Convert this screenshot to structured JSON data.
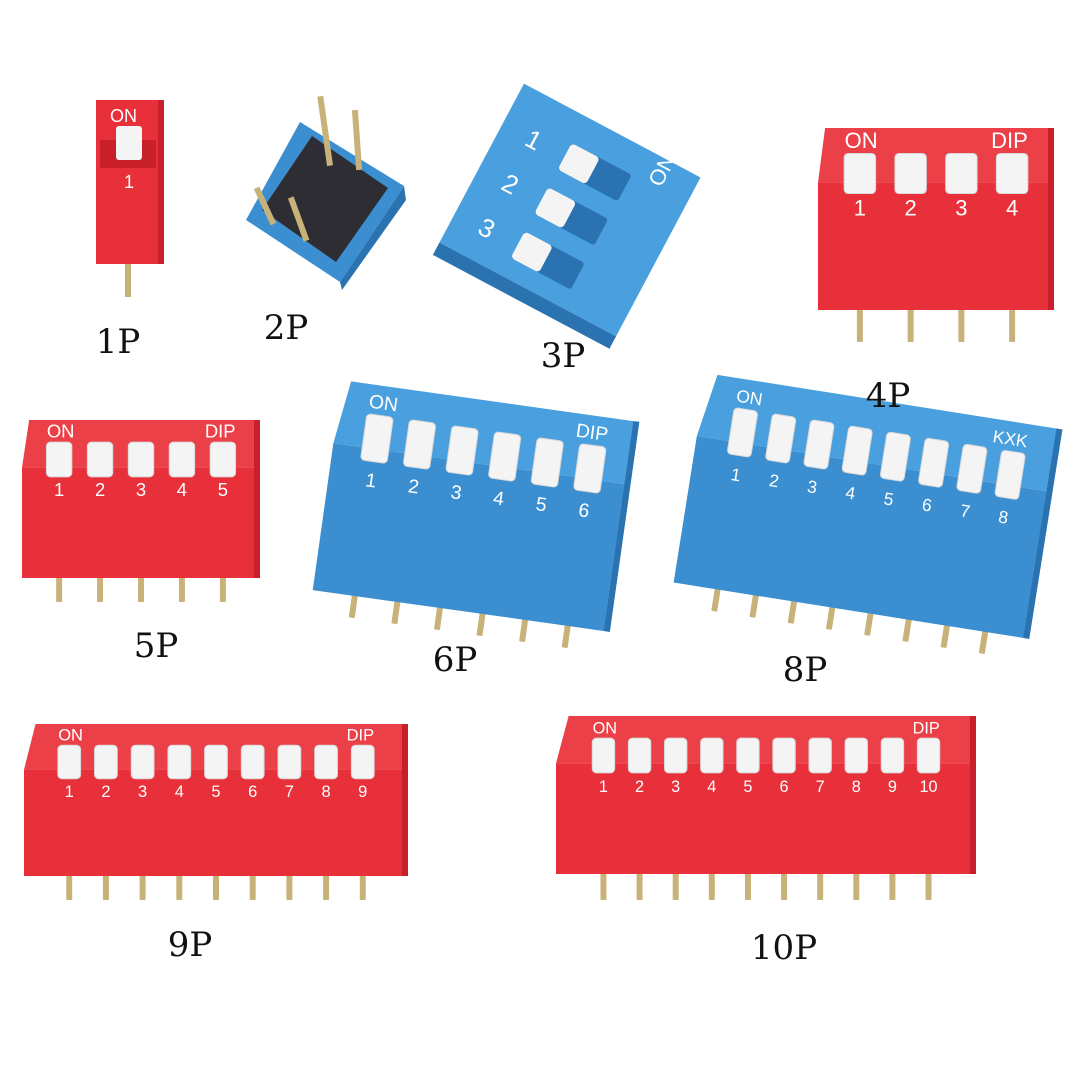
{
  "colors": {
    "red_body": "#e8303a",
    "red_top": "#ec4049",
    "red_side": "#c8202a",
    "blue_body": "#3b8fd0",
    "blue_top": "#4aa0df",
    "blue_side": "#2a72b0",
    "slider": "#f4f4f4",
    "pin": "#c8b27a",
    "print": "#ffffff"
  },
  "switches": [
    {
      "caption": "1P",
      "positions": 1,
      "on_label": "ON",
      "brand": "",
      "color": "red",
      "numbers": [
        "1"
      ]
    },
    {
      "caption": "2P",
      "positions": 2,
      "on_label": "",
      "brand": "",
      "color": "blue",
      "numbers": []
    },
    {
      "caption": "3P",
      "positions": 3,
      "on_label": "ON",
      "brand": "",
      "color": "blue",
      "numbers": [
        "1",
        "2",
        "3"
      ]
    },
    {
      "caption": "4P",
      "positions": 4,
      "on_label": "ON",
      "brand": "DIP",
      "color": "red",
      "numbers": [
        "1",
        "2",
        "3",
        "4"
      ]
    },
    {
      "caption": "5P",
      "positions": 5,
      "on_label": "ON",
      "brand": "DIP",
      "color": "red",
      "numbers": [
        "1",
        "2",
        "3",
        "4",
        "5"
      ]
    },
    {
      "caption": "6P",
      "positions": 6,
      "on_label": "ON",
      "brand": "DIP",
      "color": "blue",
      "numbers": [
        "1",
        "2",
        "3",
        "4",
        "5",
        "6"
      ]
    },
    {
      "caption": "8P",
      "positions": 8,
      "on_label": "ON",
      "brand": "KXK",
      "color": "blue",
      "numbers": [
        "1",
        "2",
        "3",
        "4",
        "5",
        "6",
        "7",
        "8"
      ]
    },
    {
      "caption": "9P",
      "positions": 9,
      "on_label": "ON",
      "brand": "DIP",
      "color": "red",
      "numbers": [
        "1",
        "2",
        "3",
        "4",
        "5",
        "6",
        "7",
        "8",
        "9"
      ]
    },
    {
      "caption": "10P",
      "positions": 10,
      "on_label": "ON",
      "brand": "DIP",
      "color": "red",
      "numbers": [
        "1",
        "2",
        "3",
        "4",
        "5",
        "6",
        "7",
        "8",
        "9",
        "10"
      ]
    }
  ]
}
